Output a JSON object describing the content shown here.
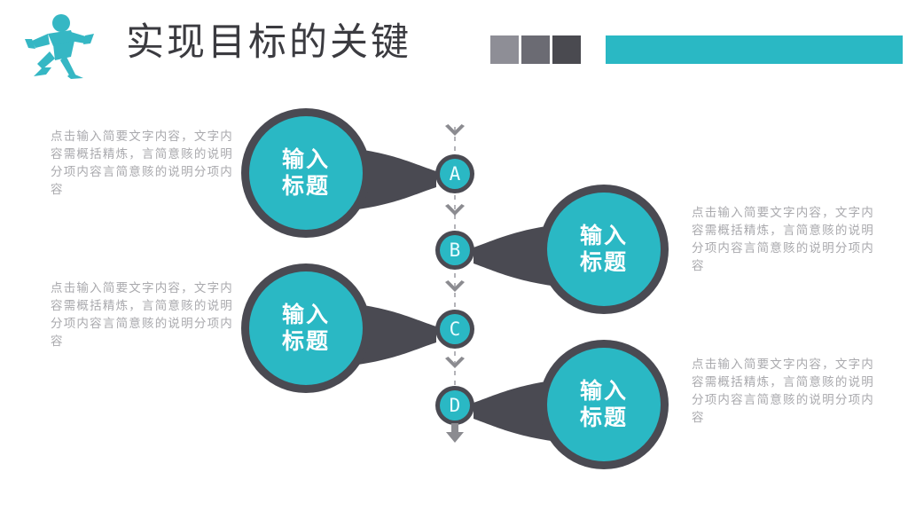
{
  "slide": {
    "title": "实现目标的关键",
    "logo_icon": "running-person-icon",
    "colors": {
      "teal": "#2ab8c4",
      "dark_gray": "#4a4a52",
      "body_text": "#a9a9ad",
      "title_text": "#3b3b40",
      "square_light": "#8e8e96",
      "square_mid": "#6b6b73",
      "square_dark": "#4a4a50"
    }
  },
  "header": {
    "blocks": [
      {
        "name": "square-light",
        "color": "#8e8e96"
      },
      {
        "name": "square-mid",
        "color": "#6b6b73"
      },
      {
        "name": "square-dark",
        "color": "#4a4a50"
      },
      {
        "name": "accent-bar",
        "color": "#2ab8c4"
      }
    ]
  },
  "diagram": {
    "connector_letters": [
      "A",
      "B",
      "C",
      "D"
    ],
    "nodes": [
      {
        "id": "A",
        "letter": "A",
        "title": "输入标题",
        "title_line1": "输入",
        "title_line2": "标题",
        "side": "left",
        "body": "点击输入简要文字内容，文字内容需概括精炼，言简意赅的说明分项内容言简意赅的说明分项内容"
      },
      {
        "id": "B",
        "letter": "B",
        "title": "输入标题",
        "title_line1": "输入",
        "title_line2": "标题",
        "side": "right",
        "body": "点击输入简要文字内容，文字内容需概括精炼，言简意赅的说明分项内容言简意赅的说明分项内容"
      },
      {
        "id": "C",
        "letter": "C",
        "title": "输入标题",
        "title_line1": "输入",
        "title_line2": "标题",
        "side": "left",
        "body": "点击输入简要文字内容，文字内容需概括精炼，言简意赅的说明分项内容言简意赅的说明分项内容"
      },
      {
        "id": "D",
        "letter": "D",
        "title": "输入标题",
        "title_line1": "输入",
        "title_line2": "标题",
        "side": "right",
        "body": "点击输入简要文字内容，文字内容需概括精炼，言简意赅的说明分项内容言简意赅的说明分项内容"
      }
    ]
  }
}
